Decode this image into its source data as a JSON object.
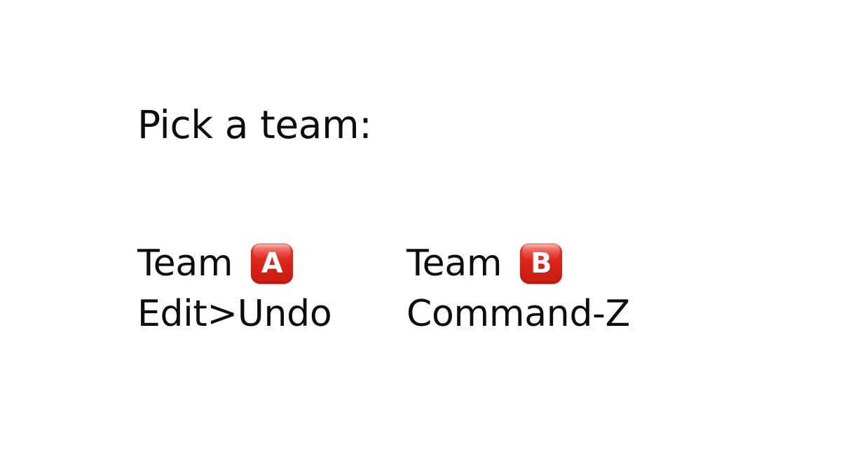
{
  "slide": {
    "background_color": "#ffffff",
    "text_color": "#0d0d0d",
    "title": "Pick a team:"
  },
  "options": [
    {
      "id": "team-a",
      "team_label": "Team",
      "badge": {
        "icon_name": "a-button-emoji",
        "letter": "A",
        "color": "#e02f22",
        "letter_color": "#ffffff"
      },
      "shortcut": "Edit>Undo"
    },
    {
      "id": "team-b",
      "team_label": "Team",
      "badge": {
        "icon_name": "b-button-emoji",
        "letter": "B",
        "color": "#e02f22",
        "letter_color": "#ffffff"
      },
      "shortcut": "Command-Z"
    }
  ]
}
